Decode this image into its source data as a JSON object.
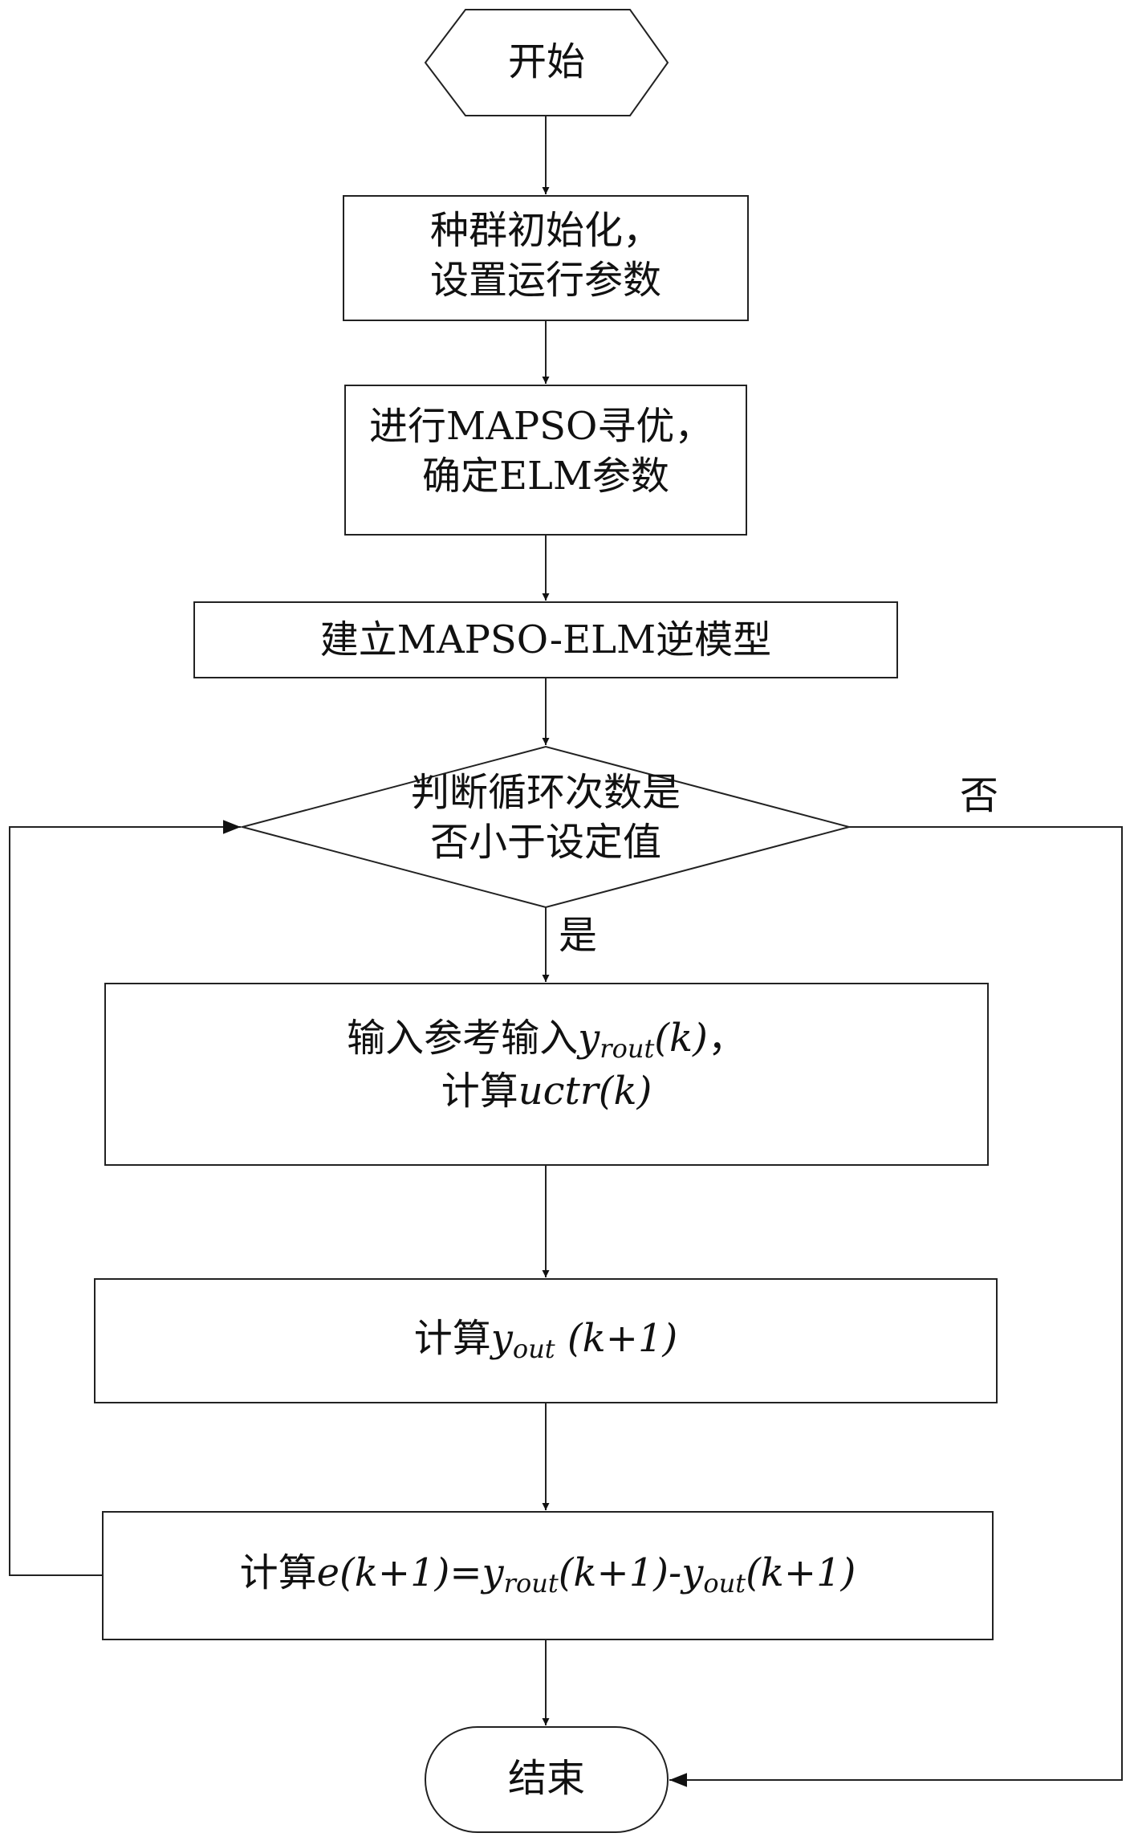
{
  "nodes": {
    "start": "开始",
    "init_line1": "种群初始化，",
    "init_line2": "设置运行参数",
    "optimize_line1": "进行MAPSO寻优，",
    "optimize_line2": "确定ELM参数",
    "build_model": "建立MAPSO-ELM逆模型",
    "decision_line1": "判断循环次数是",
    "decision_line2": "否小于设定值",
    "input_prefix": "输入参考输入",
    "input_var": "y",
    "input_sub": "rout",
    "input_arg": "(k)",
    "input_suffix": "，",
    "calc_u_prefix": "计算",
    "calc_u_expr": "uctr(k)",
    "calc_y_prefix": "计算",
    "calc_y_var": "y",
    "calc_y_sub": "out",
    "calc_y_arg": " (k+1)",
    "calc_e_prefix": "计算",
    "calc_e_lhs": "e(k+1)=",
    "calc_e_var1": "y",
    "calc_e_sub1": "rout",
    "calc_e_arg1": "(k+1)-",
    "calc_e_var2": "y",
    "calc_e_sub2": "out",
    "calc_e_arg2": "(k+1)",
    "end": "结束"
  },
  "branches": {
    "yes": "是",
    "no": "否"
  }
}
